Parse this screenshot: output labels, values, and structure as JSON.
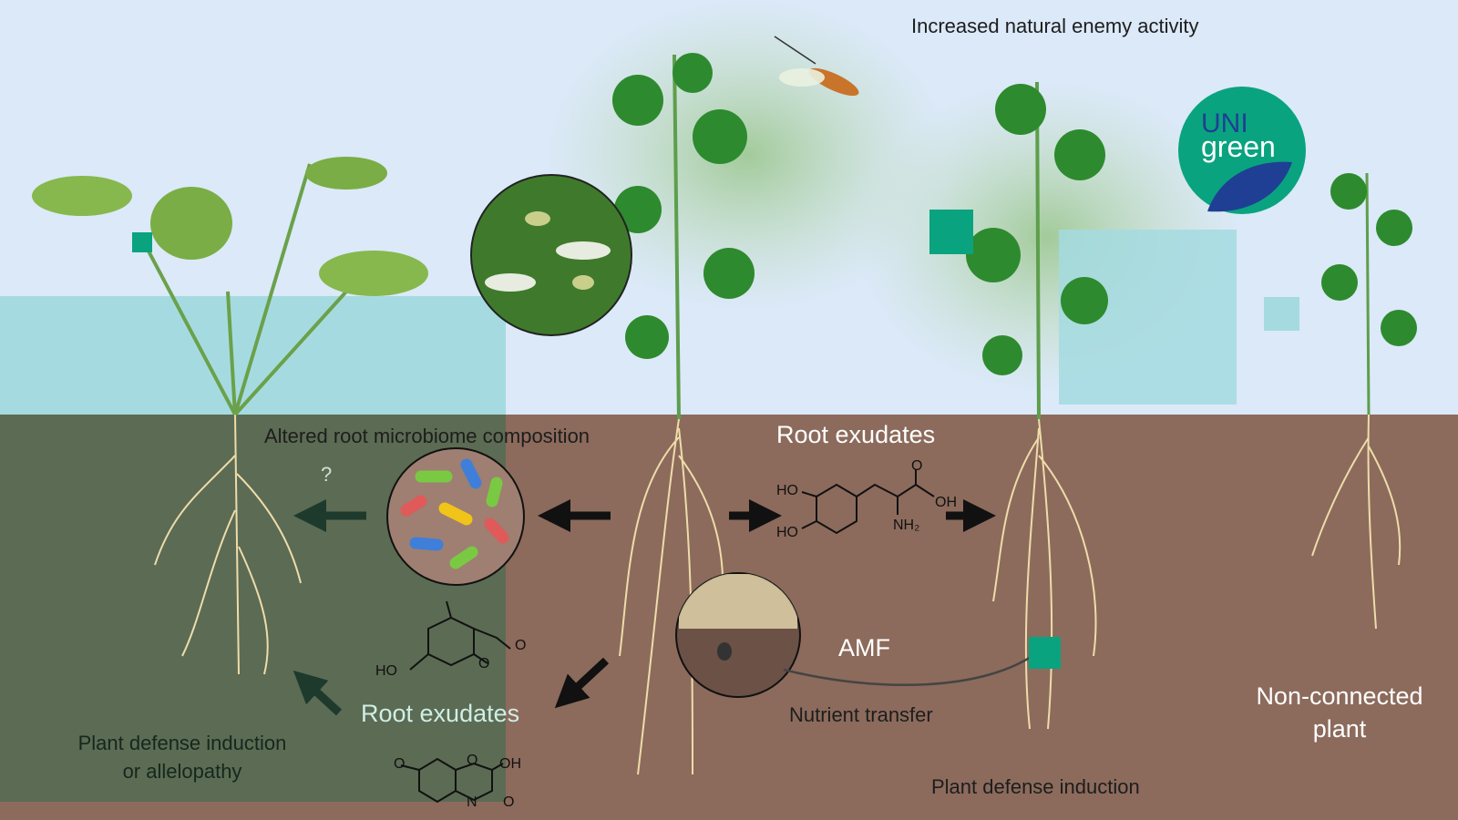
{
  "labels": {
    "enemy_activity": "Increased natural enemy activity",
    "microbiome": "Altered root microbiome composition",
    "question": "?",
    "root_exudates_top": "Root exudates",
    "root_exudates_bottom": "Root exudates",
    "amf": "AMF",
    "nutrient_transfer": "Nutrient transfer",
    "defense_allelopathy": "Plant defense induction\nor allelopathy",
    "defense_induction": "Plant defense induction",
    "non_connected": "Non-connected\nplant"
  },
  "chemistry": {
    "dopa": {
      "ho1": "HO",
      "ho2": "HO",
      "o": "O",
      "oh": "OH",
      "nh2": "NH₂"
    },
    "loliolide": {
      "ho": "HO",
      "o1": "O",
      "o2": "O"
    },
    "dimboa": {
      "o_methoxy": "O",
      "o_ring": "O",
      "oh": "OH",
      "n": "N",
      "o": "O"
    }
  },
  "logo": {
    "line1": "UNI",
    "line2": "green"
  },
  "colors": {
    "sky": "#dbe9f8",
    "soil": "#8c6b5c",
    "overlay": "#566b52",
    "teal": "#0aa37f",
    "cyan_box": "#a5dbe0",
    "logo_blue": "#1f3f95"
  }
}
